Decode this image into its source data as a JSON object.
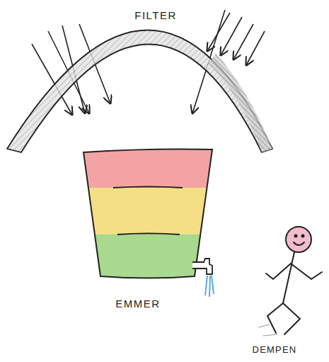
{
  "diagram": {
    "nodes": [
      {
        "text": [
          "FILTER"
        ]
      },
      {
        "text": [
          "EMMER"
        ]
      }
    ],
    "labels": [
      "DEMPEN"
    ]
  }
}
